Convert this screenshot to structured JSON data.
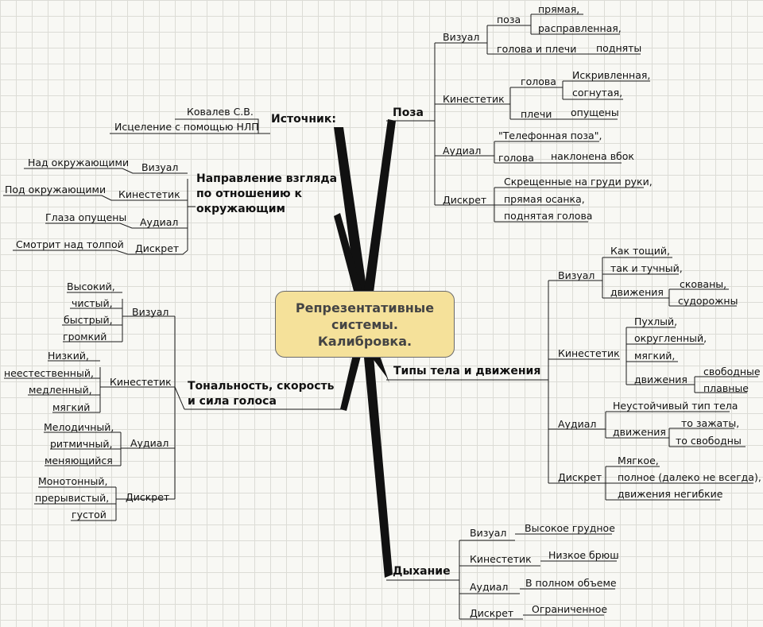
{
  "central": {
    "line1": "Репрезентативные",
    "line2": "системы.",
    "line3": "Калибровка."
  },
  "source": {
    "title": "Источник:",
    "items": [
      "Ковалев С.В.",
      "Исцеление с помощью НЛП"
    ]
  },
  "gaze": {
    "title1": "Направление взгляда",
    "title2": "по отношению к",
    "title3": "окружающим",
    "branches": [
      {
        "label": "Визуал",
        "value": "Над окружающими"
      },
      {
        "label": "Кинестетик",
        "value": "Под окружающими"
      },
      {
        "label": "Аудиал",
        "value": "Глаза опущены"
      },
      {
        "label": "Дискрет",
        "value": "Смотрит над толпой"
      }
    ]
  },
  "voice": {
    "title1": "Тональность, скорость",
    "title2": "и сила голоса",
    "branches": [
      {
        "label": "Визуал",
        "values": [
          "Высокий,",
          "чистый,",
          "быстрый,",
          "громкий"
        ]
      },
      {
        "label": "Кинестетик",
        "values": [
          "Низкий,",
          "неестественный,",
          "медленный,",
          "мягкий"
        ]
      },
      {
        "label": "Аудиал",
        "values": [
          "Мелодичный,",
          "ритмичный,",
          "меняющийся"
        ]
      },
      {
        "label": "Дискрет",
        "values": [
          "Монотонный,",
          "прерывистый,",
          "густой"
        ]
      }
    ]
  },
  "pose": {
    "title": "Поза",
    "visual": {
      "label": "Визуал",
      "pose_label": "поза",
      "pose_values": [
        "прямая,",
        "расправленная,"
      ],
      "head_label": "голова и плечи",
      "head_value": "подняты"
    },
    "kinesthetic": {
      "label": "Кинестетик",
      "head_label": "голова",
      "head_values": [
        "Искривленная,",
        "согнутая,"
      ],
      "shoulders_label": "плечи",
      "shoulders_value": "опущены"
    },
    "audial": {
      "label": "Аудиал",
      "phone": "\"Телефонная поза\",",
      "head_label": "голова",
      "head_value": "наклонена вбок"
    },
    "discrete": {
      "label": "Дискрет",
      "values": [
        "Скрещенные на груди руки,",
        "прямая осанка,",
        "поднятая голова"
      ]
    }
  },
  "body": {
    "title": "Типы тела и движения",
    "visual": {
      "label": "Визуал",
      "values": [
        "Как тощий,",
        "так и тучный,"
      ],
      "move_label": "движения",
      "move_values": [
        "скованы,",
        "судорожны"
      ]
    },
    "kinesthetic": {
      "label": "Кинестетик",
      "values": [
        "Пухлый,",
        "округленный,",
        "мягкий,"
      ],
      "move_label": "движения",
      "move_values": [
        "свободные",
        "плавные"
      ]
    },
    "audial": {
      "label": "Аудиал",
      "value": "Неустойчивый тип тела",
      "move_label": "движения",
      "move_values": [
        "то зажаты,",
        "то свободны"
      ]
    },
    "discrete": {
      "label": "Дискрет",
      "values": [
        "Мягкое,",
        "полное (далеко не всегда),",
        "движения негибкие"
      ]
    }
  },
  "breath": {
    "title": "Дыхание",
    "branches": [
      {
        "label": "Визуал",
        "value": "Высокое грудное"
      },
      {
        "label": "Кинестетик",
        "value": "Низкое брюш"
      },
      {
        "label": "Аудиал",
        "value": "В полном объеме"
      },
      {
        "label": "Дискрет",
        "value": "Ограниченное"
      }
    ]
  }
}
